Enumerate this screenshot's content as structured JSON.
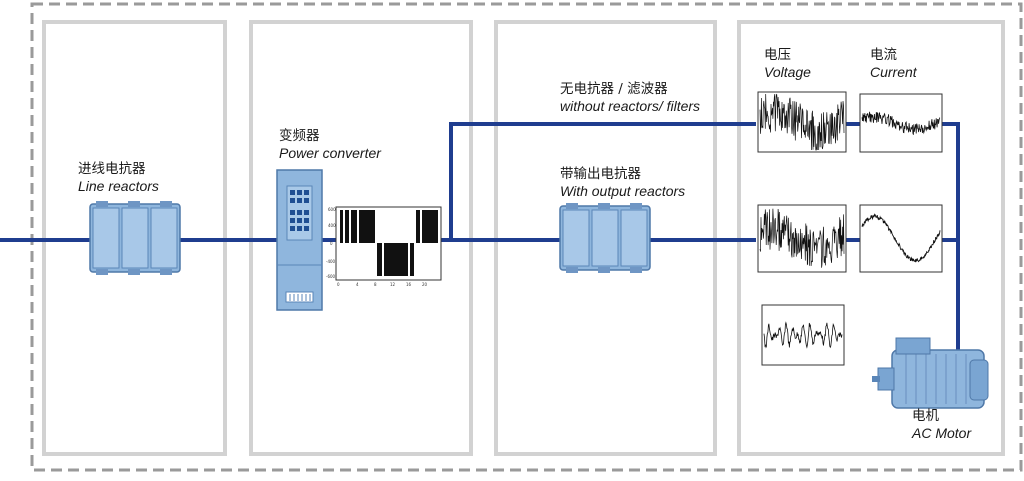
{
  "diagram": {
    "colors": {
      "wire": "#1f3d8f",
      "panel_border": "#d2d2d2",
      "outer_border": "#9a9a9a",
      "device_fill": "#8fb6dd",
      "device_dark": "#5a86b8",
      "keypad": "#1f4f93"
    },
    "sections": {
      "line_reactors": {
        "zh": "进线电抗器",
        "en": "Line reactors"
      },
      "power_converter": {
        "zh": "变频器",
        "en": "Power converter"
      },
      "without_reactors": {
        "zh": "无电抗器 / 滤波器",
        "en": "without reactors/ filters"
      },
      "with_output_reactors": {
        "zh": "带输出电抗器",
        "en": "With output reactors"
      },
      "voltage": {
        "zh": "电压",
        "en": "Voltage"
      },
      "current": {
        "zh": "电流",
        "en": "Current"
      },
      "motor": {
        "zh": "电机",
        "en": "AC Motor"
      }
    },
    "icons": [
      "reactor-icon",
      "converter-icon",
      "motor-icon",
      "pwm-waveform-plot",
      "voltage-plot",
      "current-plot",
      "spectrum-plot"
    ]
  }
}
